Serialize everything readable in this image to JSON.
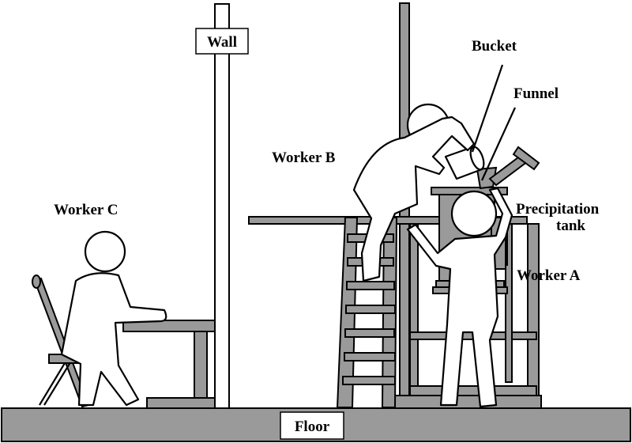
{
  "labels": {
    "wall": "Wall",
    "floor": "Floor",
    "bucket": "Bucket",
    "funnel": "Funnel",
    "worker_a": "Worker A",
    "worker_b": "Worker B",
    "worker_c": "Worker C",
    "tank_line1": "Precipitation",
    "tank_line2": "tank"
  },
  "colors": {
    "steel": "#9a9a9a",
    "outline": "#000000",
    "background": "#ffffff"
  }
}
